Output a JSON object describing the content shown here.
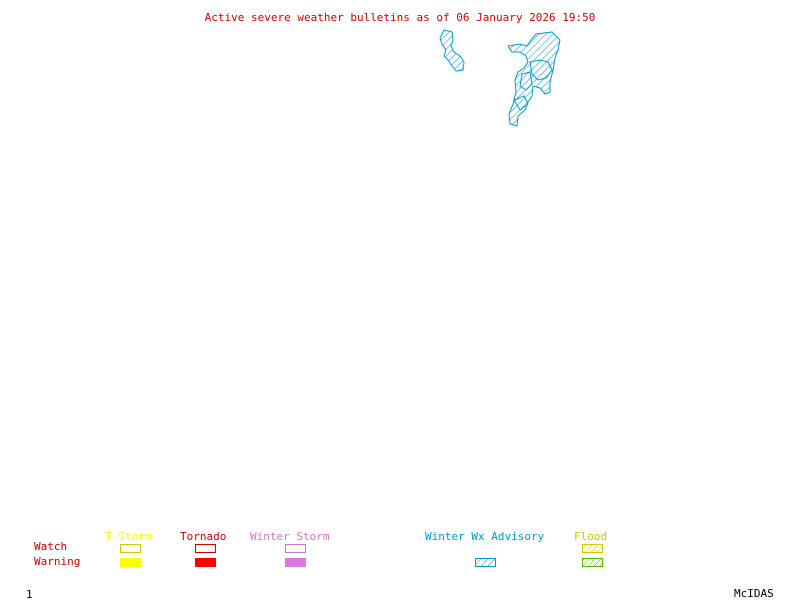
{
  "title": "Active severe weather bulletins as of 06 January 2026 19:50",
  "legend": {
    "row_labels": {
      "watch": "Watch",
      "warning": "Warning"
    },
    "columns": [
      {
        "label": "T-Storm",
        "color": "#ffff00",
        "watch_style": "outline",
        "warning_style": "solid"
      },
      {
        "label": "Tornado",
        "color": "#ff0000",
        "watch_style": "outline",
        "warning_style": "solid"
      },
      {
        "label": "Winter Storm",
        "color": "#dd77dd",
        "watch_style": "outline",
        "warning_style": "solid"
      },
      {
        "label": "Winter Wx Advisory",
        "color": "#0099cc",
        "watch_style": "none",
        "warning_style": "hatched"
      },
      {
        "label": "Flood",
        "color": "#cccc00",
        "warning_color": "#55bb00",
        "watch_style": "hatched",
        "warning_style": "hatched"
      }
    ]
  },
  "footer": {
    "frame_number": "1",
    "brand": "McIDAS"
  },
  "colors": {
    "title": "#cc0000",
    "row_label": "#cc0000",
    "advisory": "#0099cc"
  },
  "map": {
    "active_areas": [
      "Winter Wx Advisory"
    ]
  }
}
